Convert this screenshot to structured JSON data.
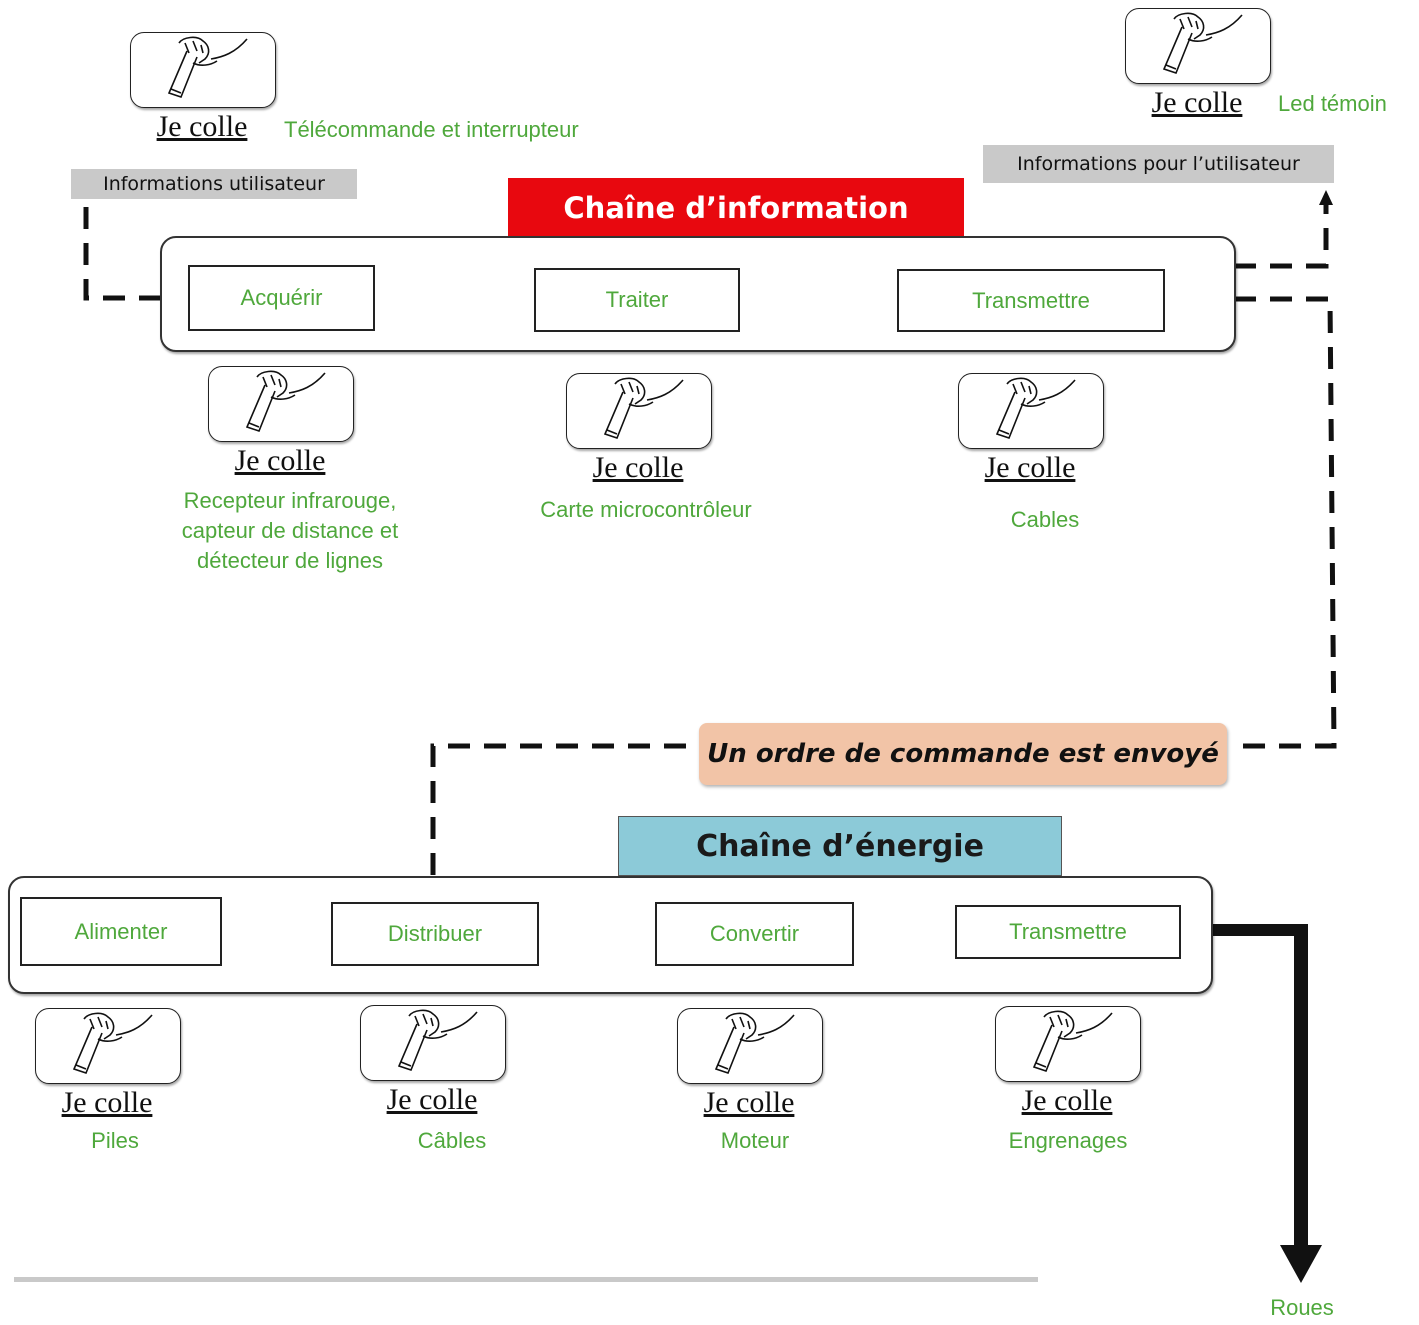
{
  "information_chain": {
    "title": "Chaîne d’information",
    "input_label": "Informations utilisateur",
    "output_label": "Informations pour l’utilisateur",
    "steps": [
      "Acquérir",
      "Traiter",
      "Transmettre"
    ],
    "components": {
      "input": "Télécommande et interrupteur",
      "acquire": [
        "Recepteur infrarouge,",
        "capteur de distance et",
        "détecteur de lignes"
      ],
      "process": "Carte microcontrôleur",
      "transmit": "Cables",
      "output": "Led témoin"
    }
  },
  "order_label": "Un ordre de commande est envoyé",
  "energy_chain": {
    "title": "Chaîne d’énergie",
    "steps": [
      "Alimenter",
      "Distribuer",
      "Convertir",
      "Transmettre"
    ],
    "components": [
      "Piles",
      "Câbles",
      "Moteur",
      "Engrenages"
    ],
    "output": "Roues"
  },
  "glue_label": "Je colle",
  "icons": {
    "glue_placeholder": "glue-stick-icon"
  },
  "colors": {
    "label_green": "#4fa83c",
    "info_banner": "#e8080f",
    "energy_banner": "#8ccad8",
    "order_banner": "#f2c4a7",
    "gray_label": "#c9c9c9"
  }
}
